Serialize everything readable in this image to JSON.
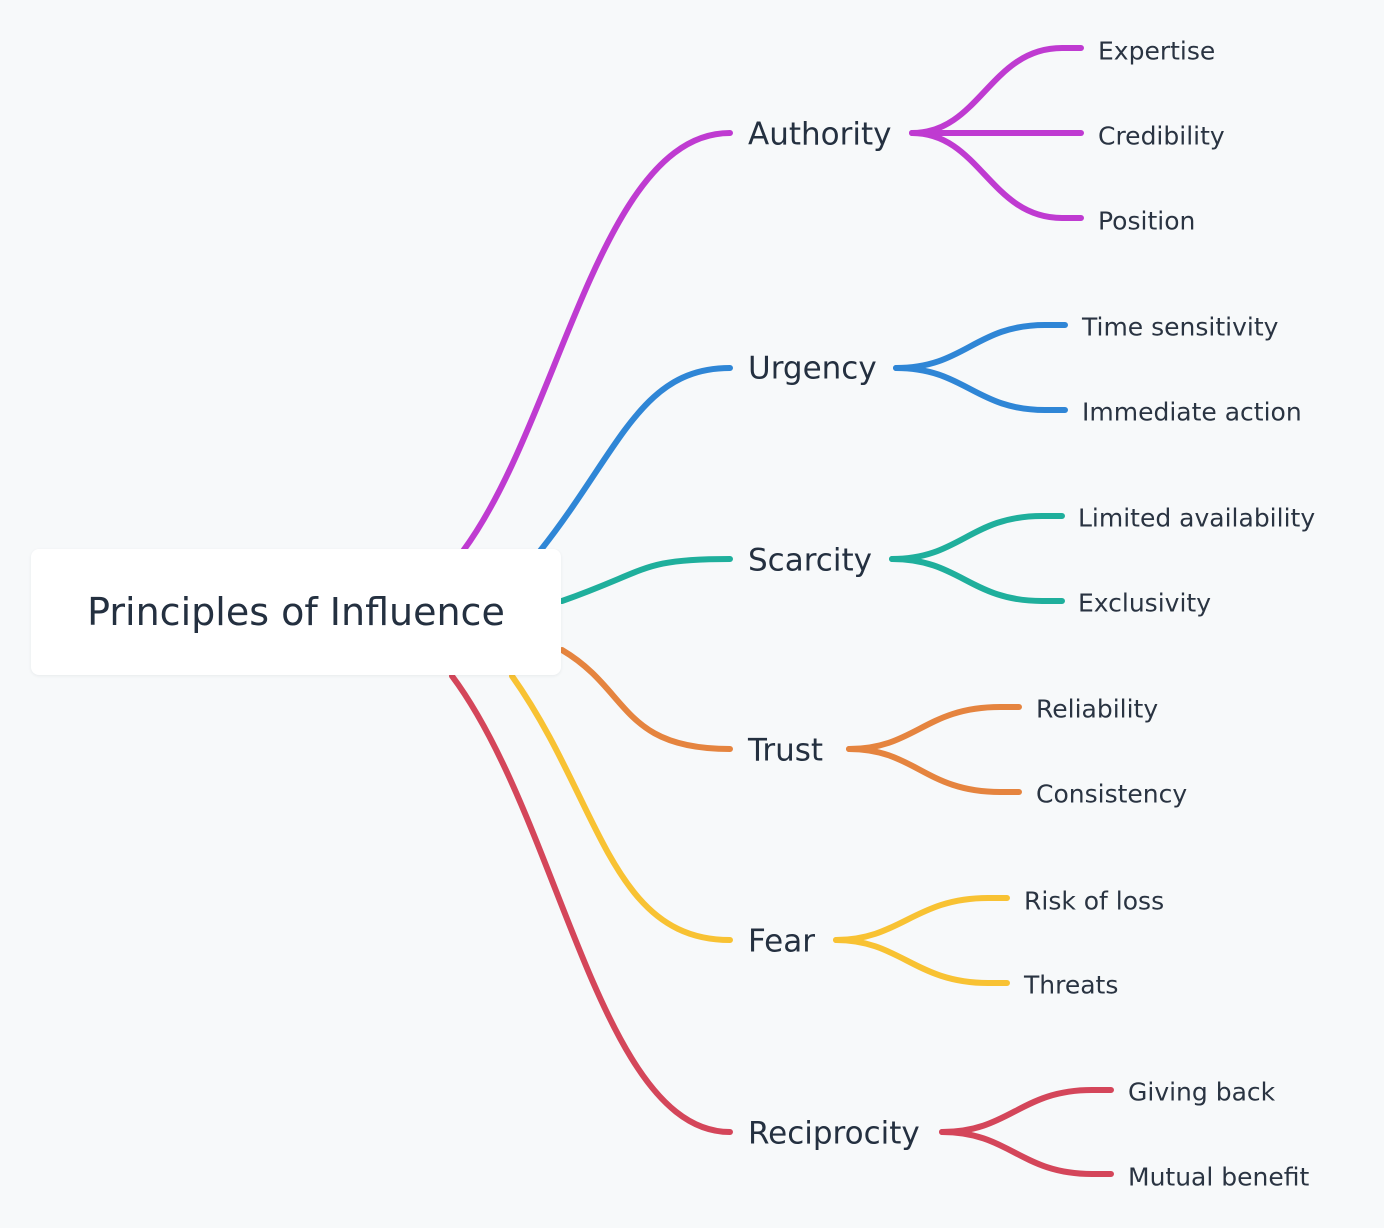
{
  "root": {
    "label": "Principles of Influence"
  },
  "branches": [
    {
      "id": "authority",
      "label": "Authority",
      "color": "#bf3bd1",
      "children": [
        "Expertise",
        "Credibility",
        "Position"
      ]
    },
    {
      "id": "urgency",
      "label": "Urgency",
      "color": "#2f86d6",
      "children": [
        "Time sensitivity",
        "Immediate action"
      ]
    },
    {
      "id": "scarcity",
      "label": "Scarcity",
      "color": "#1faf9c",
      "children": [
        "Limited availability",
        "Exclusivity"
      ]
    },
    {
      "id": "trust",
      "label": "Trust",
      "color": "#e5843f",
      "children": [
        "Reliability",
        "Consistency"
      ]
    },
    {
      "id": "fear",
      "label": "Fear",
      "color": "#f8c233",
      "children": [
        "Risk of loss",
        "Threats"
      ]
    },
    {
      "id": "reciprocity",
      "label": "Reciprocity",
      "color": "#d4465a",
      "children": [
        "Giving back",
        "Mutual benefit"
      ]
    }
  ]
}
